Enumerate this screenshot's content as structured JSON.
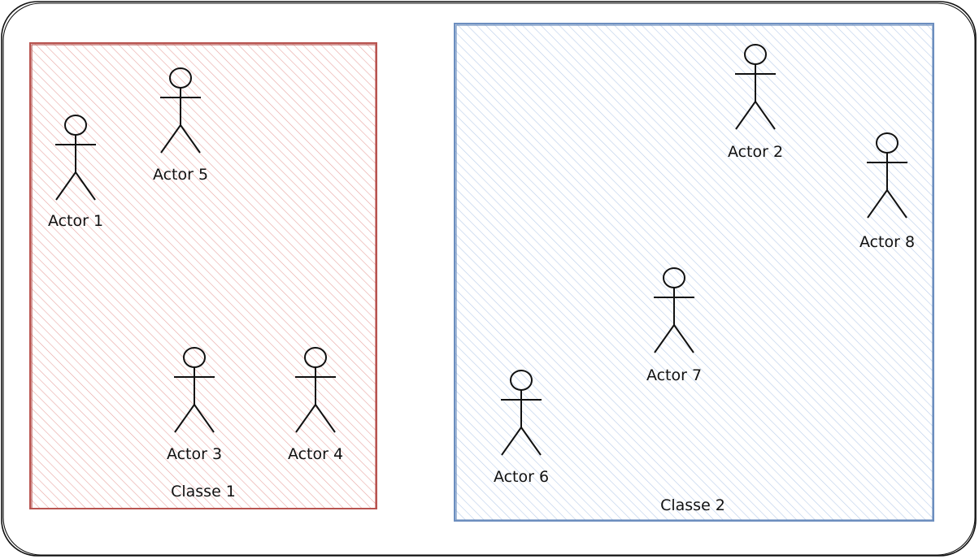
{
  "diagram": {
    "colors": {
      "stroke": "#111111",
      "class1_border": "#b85450",
      "class1_fill": "#f8cecc",
      "class2_border": "#6c8ebf",
      "class2_fill": "#dae8fc"
    },
    "classes": [
      {
        "id": "classe-1",
        "label": "Classe 1",
        "actors": [
          "Actor 1",
          "Actor 5",
          "Actor 3",
          "Actor 4"
        ]
      },
      {
        "id": "classe-2",
        "label": "Classe 2",
        "actors": [
          "Actor 2",
          "Actor 8",
          "Actor 7",
          "Actor 6"
        ]
      }
    ]
  }
}
